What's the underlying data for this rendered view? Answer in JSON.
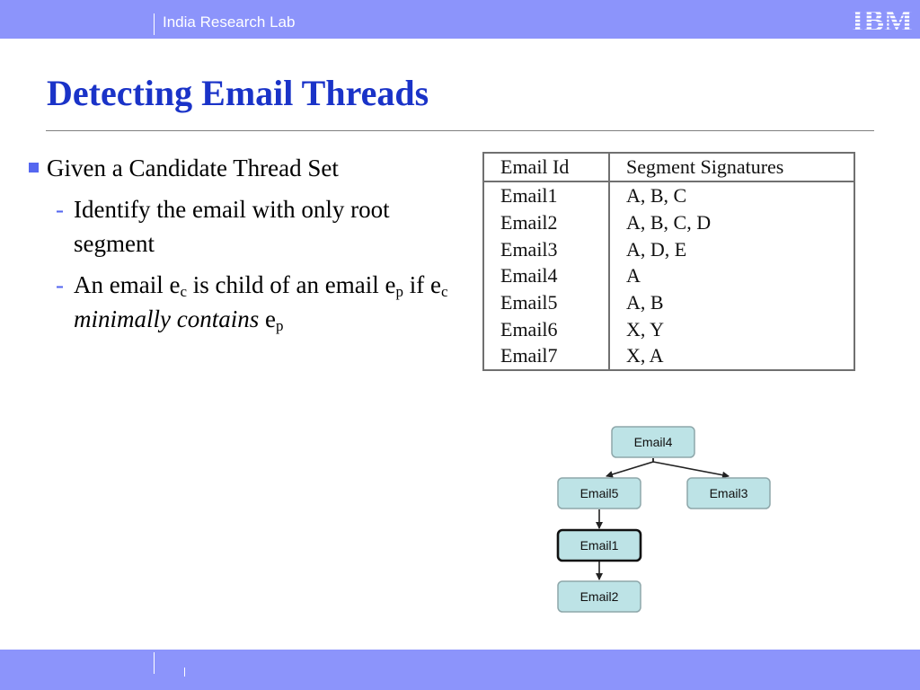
{
  "header": {
    "lab_name": "India Research Lab",
    "logo_text": "IBM"
  },
  "slide": {
    "title": "Detecting Email Threads",
    "bullet1": "Given a Candidate Thread Set",
    "sub1": "Identify the email with only root segment",
    "sub2": {
      "part1": "An email e",
      "c1": "c",
      "part2": " is child of an email e",
      "p1": "p",
      "part3": " if e",
      "c2": "c",
      "part4": " ",
      "italic": "minimally contains",
      "part5": " e",
      "p2": "p"
    }
  },
  "table": {
    "headers": [
      "Email Id",
      "Segment Signatures"
    ],
    "rows": [
      [
        "Email1",
        "A, B, C"
      ],
      [
        "Email2",
        "A, B, C, D"
      ],
      [
        "Email3",
        "A, D, E"
      ],
      [
        "Email4",
        "A"
      ],
      [
        "Email5",
        "A, B"
      ],
      [
        "Email6",
        "X, Y"
      ],
      [
        "Email7",
        "X, A"
      ]
    ]
  },
  "tree": {
    "root": "Email4",
    "left": "Email5",
    "right": "Email3",
    "middle": "Email1",
    "bottom": "Email2",
    "highlighted": "Email1",
    "node_fill": "#bde3e6"
  },
  "colors": {
    "bar": "#8c94fb",
    "title": "#1a33c8",
    "accent": "#5567f0"
  }
}
